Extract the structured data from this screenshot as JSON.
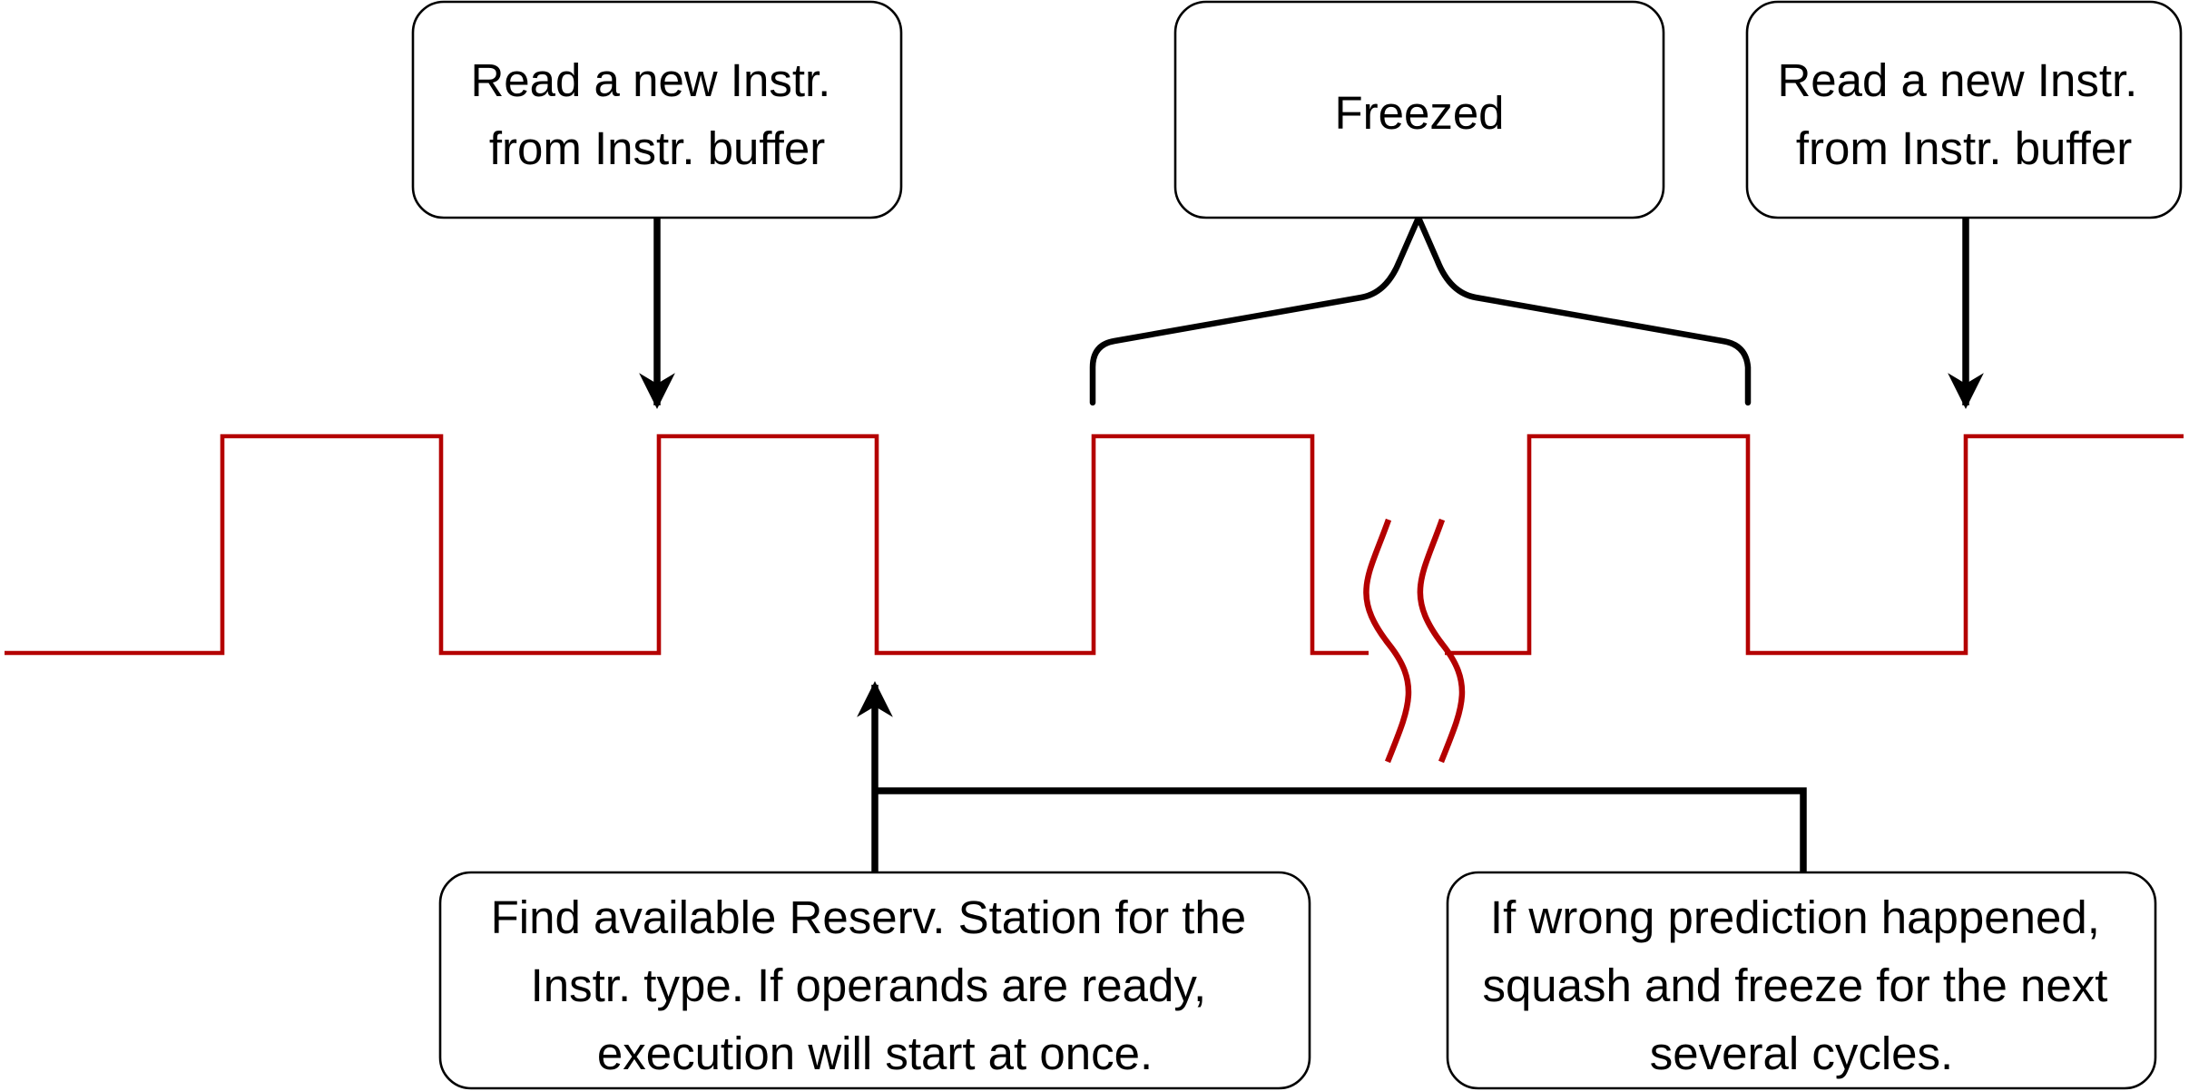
{
  "colors": {
    "clock": "#b40000",
    "outline": "#000000",
    "background": "#ffffff"
  },
  "callouts": {
    "read_first": {
      "lines": [
        "Read a new Instr.",
        "from Instr. buffer"
      ]
    },
    "freezed": {
      "lines": [
        "Freezed"
      ]
    },
    "read_second": {
      "lines": [
        "Read a new Instr.",
        "from Instr. buffer"
      ]
    },
    "reservation": {
      "lines": [
        "Find available Reserv. Station for the",
        "Instr. type. If operands are ready,",
        "execution will start at once."
      ]
    },
    "misprediction": {
      "lines": [
        "If wrong prediction happened,",
        "squash and freeze for the next",
        "several cycles."
      ]
    }
  },
  "clock_signal": {
    "label": "",
    "levels": [
      0,
      1,
      0,
      1,
      0,
      1,
      0,
      1,
      0,
      1
    ],
    "has_break": true
  }
}
